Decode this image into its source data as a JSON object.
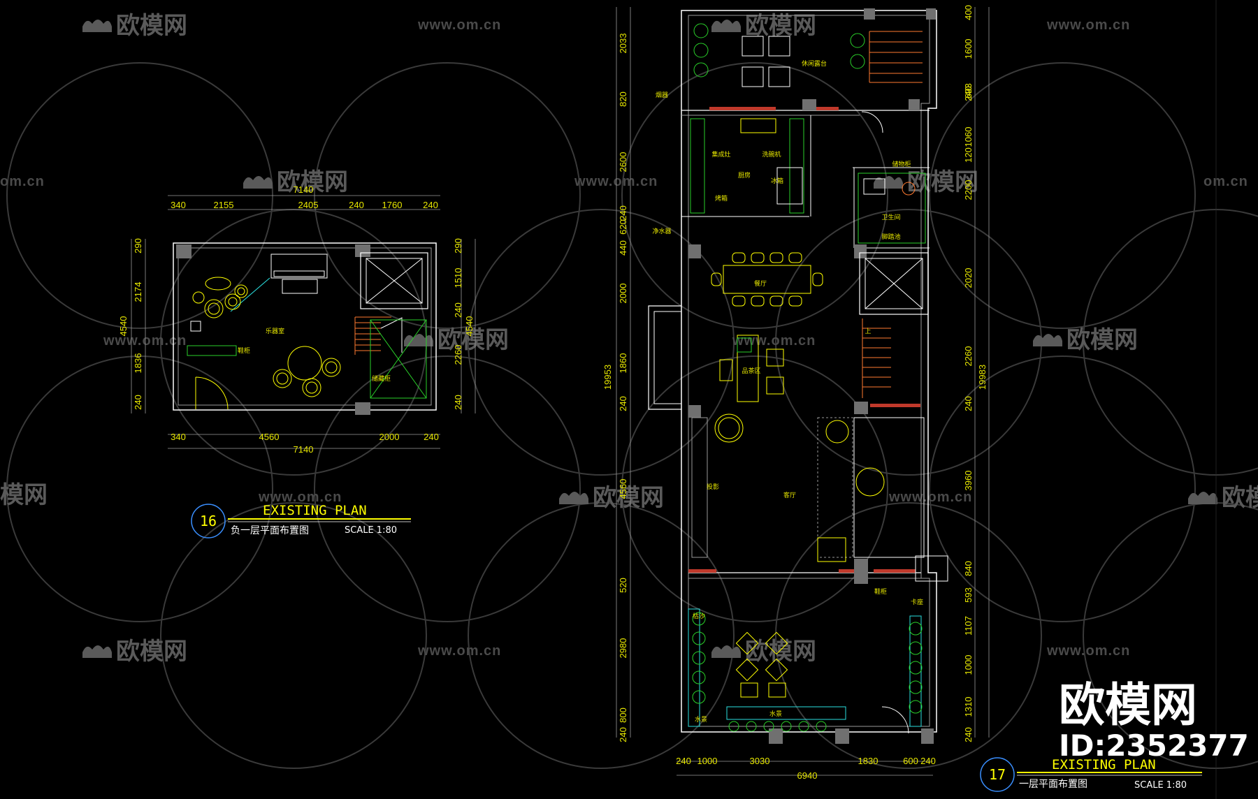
{
  "watermark": {
    "brand": "欧模网",
    "url": "www.om.cn",
    "url_partial": "om.cn",
    "brand_partial": "模网"
  },
  "corner_brand": {
    "name": "欧模网",
    "id": "ID:2352377"
  },
  "plan16": {
    "number": "16",
    "title": "EXISTING PLAN",
    "subtitle": "负一层平面布置图",
    "scale": "SCALE 1:80",
    "top_dims": [
      "340",
      "2155",
      "2405",
      "240",
      "1760",
      "240"
    ],
    "top_total": "7140",
    "bottom_dims": [
      "340",
      "4560",
      "2000",
      "240"
    ],
    "bottom_total": "7140",
    "left_dims": [
      "290",
      "2174",
      "1836",
      "240"
    ],
    "left_total": "4540",
    "right_dims": [
      "290",
      "1510",
      "240",
      "2260",
      "240"
    ],
    "right_total": "4540",
    "rooms": [
      "乐器室",
      "鞋柜",
      "储藏柜"
    ]
  },
  "plan17": {
    "number": "17",
    "title": "EXISTING PLAN",
    "subtitle": "一层平面布置图",
    "scale": "SCALE 1:80",
    "left_dims": [
      "2033",
      "820",
      "2600",
      "240",
      "620",
      "440",
      "2000",
      "1860",
      "240",
      "4560",
      "520",
      "2980",
      "800",
      "240"
    ],
    "left_total": "19953",
    "right_dims": [
      "400",
      "1600",
      "240",
      "693",
      "1060",
      "120",
      "2200",
      "2020",
      "2260",
      "240",
      "3960",
      "840",
      "593",
      "1107",
      "1000",
      "1310",
      "240"
    ],
    "right_total": "19983",
    "bottom_dims": [
      "240",
      "1000",
      "3030",
      "1830",
      "600",
      "240"
    ],
    "bottom_total": "6940",
    "rooms": [
      "休闲露台",
      "烟器",
      "集成灶",
      "洗碗机",
      "厨房",
      "冰箱",
      "烤箱",
      "净水器",
      "储物柜",
      "卫生间",
      "脚踏池",
      "餐厅",
      "上",
      "品茶区",
      "投影",
      "客厅",
      "鞋柜",
      "卡座",
      "枯沙",
      "水景",
      "水景"
    ]
  }
}
